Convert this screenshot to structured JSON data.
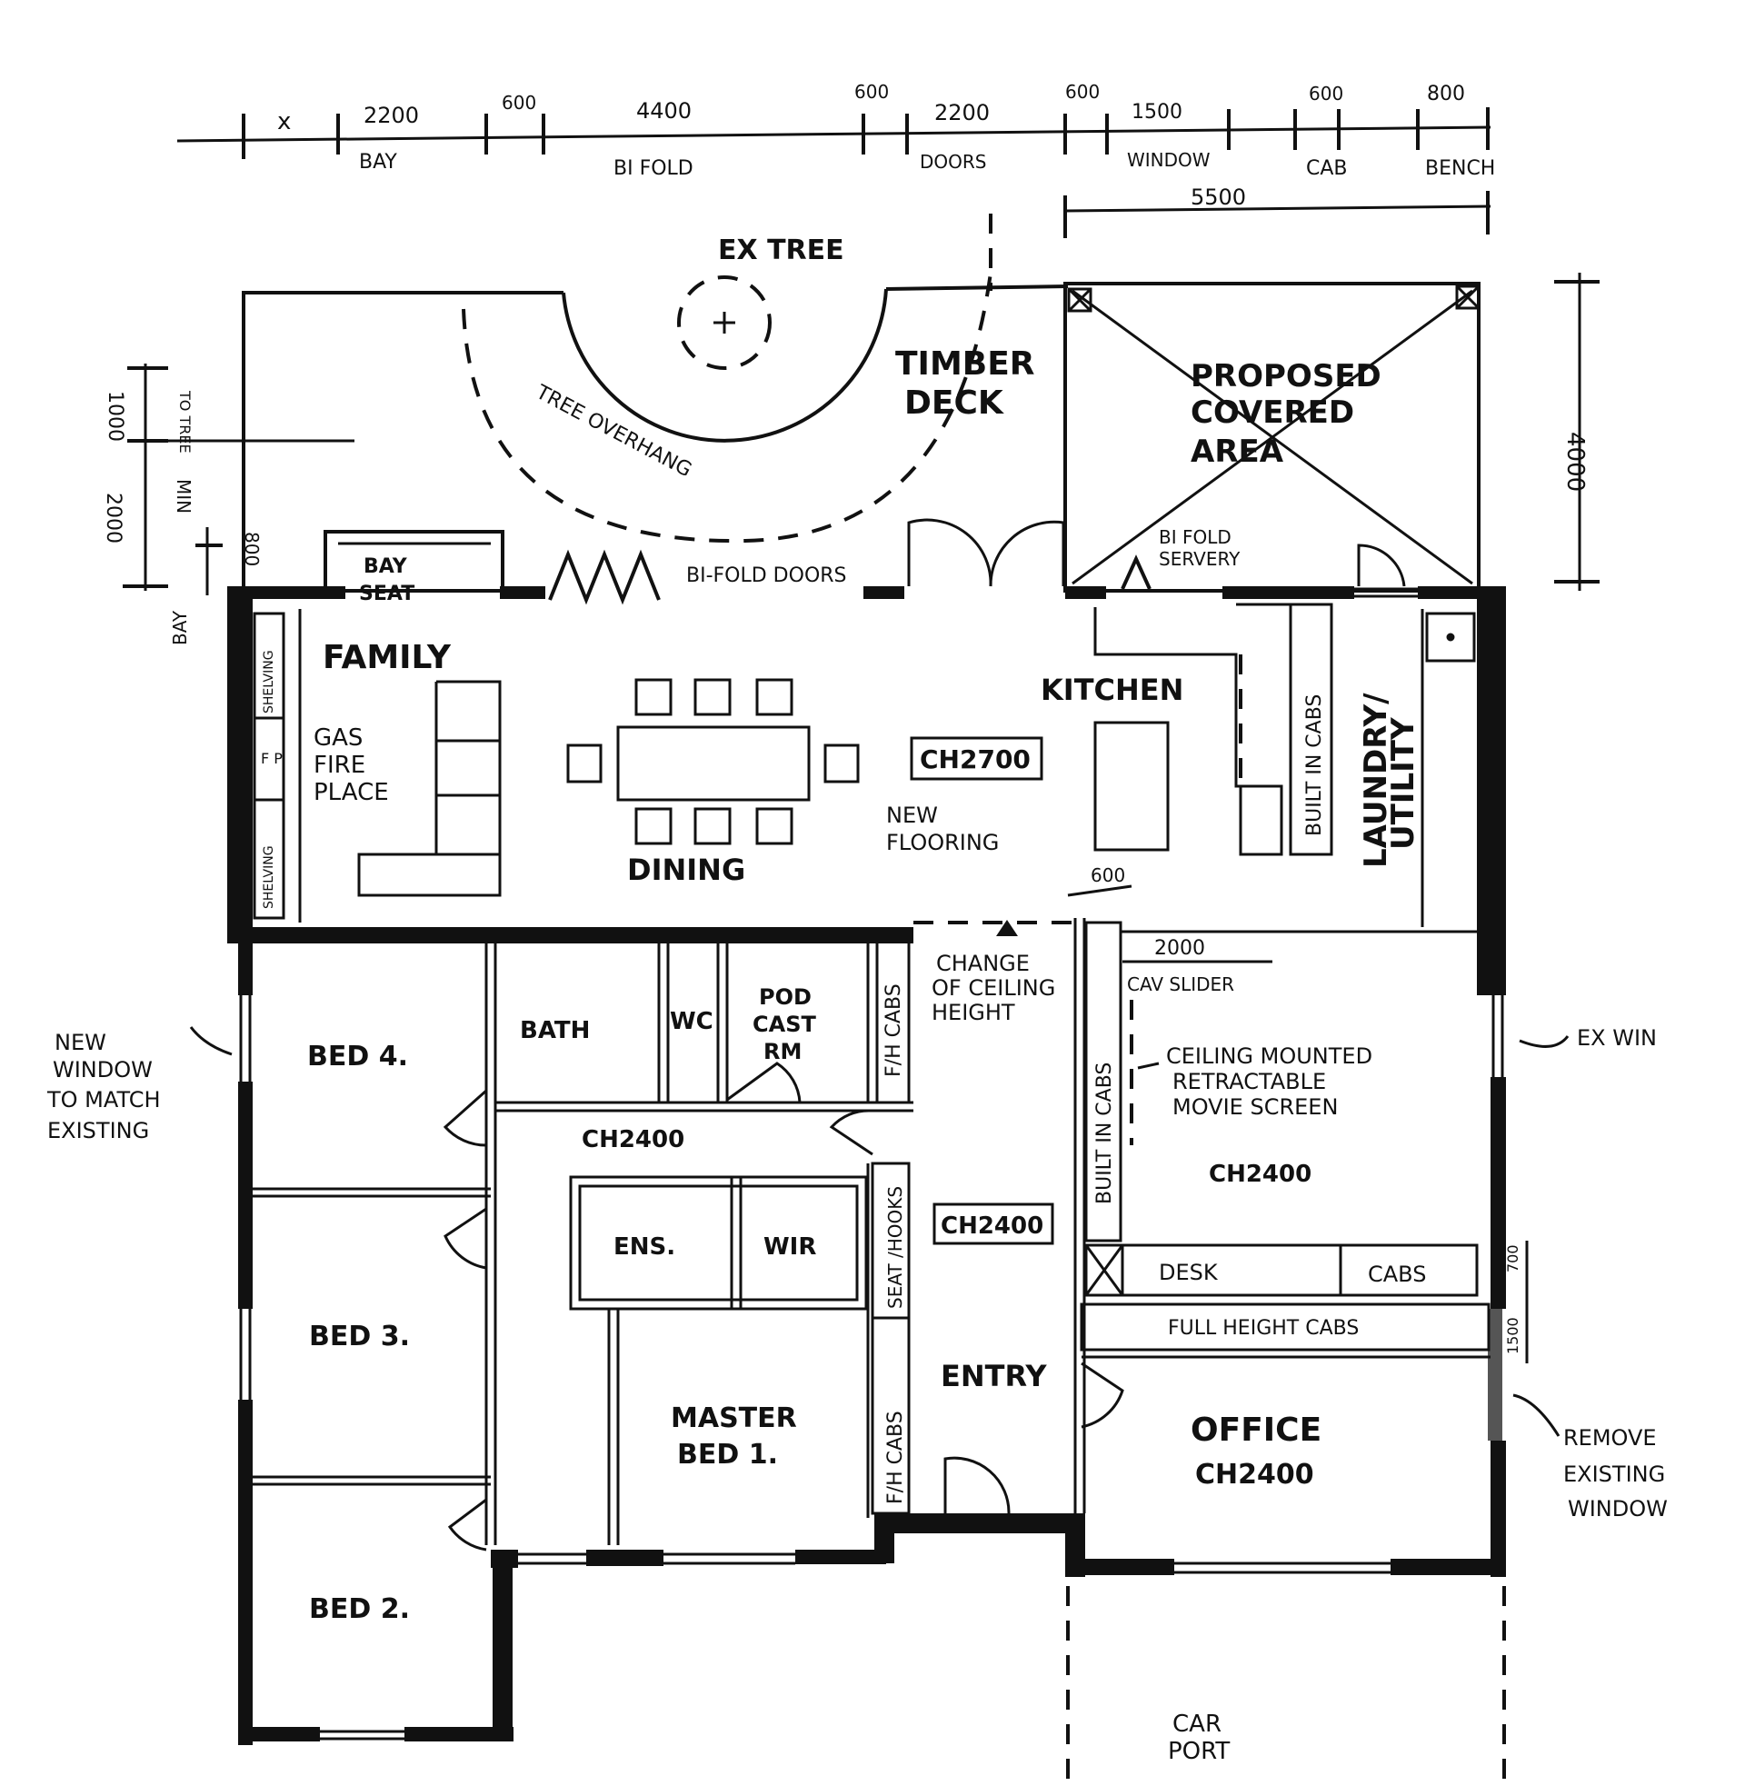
{
  "dimensions_top": [
    "x",
    "2200",
    "600",
    "4400",
    "600",
    "2200",
    "600",
    "1500",
    "600",
    "800"
  ],
  "dimension_sublabels": [
    "BAY",
    "BI FOLD",
    "DOORS",
    "WINDOW",
    "CAB",
    "BENCH"
  ],
  "dim_5500": "5500",
  "dim_4000": "4000",
  "dim_left": {
    "d1000": "1000",
    "d2000": "2000",
    "to_tree": "TO TREE",
    "min": "MIN",
    "d800": "800",
    "bay": "BAY"
  },
  "outdoor": {
    "tree": "EX TREE",
    "tree_overhang": "TREE OVERHANG",
    "deck_line1": "TIMBER",
    "deck_line2": "DECK",
    "covered_line1": "PROPOSED",
    "covered_line2": "COVERED",
    "covered_line3": "AREA",
    "bifold_doors": "BI-FOLD DOORS",
    "bifold_servery_1": "BI FOLD",
    "bifold_servery_2": "SERVERY"
  },
  "rooms": {
    "family": "FAMILY",
    "bay_seat_1": "BAY",
    "bay_seat_2": "SEAT",
    "shelving_top": "SHELVING",
    "shelving_bottom": "SHELVING",
    "fp": "F P",
    "gas_fire_1": "GAS",
    "gas_fire_2": "FIRE",
    "gas_fire_3": "PLACE",
    "dining": "DINING",
    "ch2700": "CH2700",
    "new_flooring_1": "NEW",
    "new_flooring_2": "FLOORING",
    "kitchen": "KITCHEN",
    "built_in_cabs_kitchen": "BUILT IN CABS",
    "laundry_1": "LAUNDRY/",
    "laundry_2": "UTILITY",
    "dim_600": "600",
    "dim_2000": "2000",
    "cav_slider": "CAV SLIDER",
    "change_ceiling_1": "CHANGE",
    "change_ceiling_2": "OF CEILING",
    "change_ceiling_3": "HEIGHT",
    "bath": "BATH",
    "wc": "WC",
    "podcast_1": "POD",
    "podcast_2": "CAST",
    "podcast_3": "RM",
    "fh_cabs_top": "F/H CABS",
    "bed4": "BED 4.",
    "ch2400_hall": "CH2400",
    "ens": "ENS.",
    "wir": "WIR",
    "seat_hooks": "SEAT /HOOKS",
    "ch2400_box": "CH2400",
    "bed3": "BED 3.",
    "master_1": "MASTER",
    "master_2": "BED 1.",
    "entry": "ENTRY",
    "fh_cabs_bottom": "F/H CABS",
    "bed2": "BED 2.",
    "built_in_cabs_media": "BUILT IN CABS",
    "screen_1": "CEILING MOUNTED",
    "screen_2": "RETRACTABLE",
    "screen_3": "MOVIE SCREEN",
    "ch2400_media": "CH2400",
    "desk": "DESK",
    "cabs": "CABS",
    "full_height_cabs": "FULL HEIGHT CABS",
    "office": "OFFICE",
    "office_ch": "CH2400",
    "dim_700": "700",
    "dim_1500": "1500",
    "car_port_1": "CAR",
    "car_port_2": "PORT"
  },
  "notes": {
    "new_window_1": "NEW",
    "new_window_2": "WINDOW",
    "new_window_3": "TO MATCH",
    "new_window_4": "EXISTING",
    "ex_win": "EX WIN",
    "remove_1": "REMOVE",
    "remove_2": "EXISTING",
    "remove_3": "WINDOW"
  }
}
